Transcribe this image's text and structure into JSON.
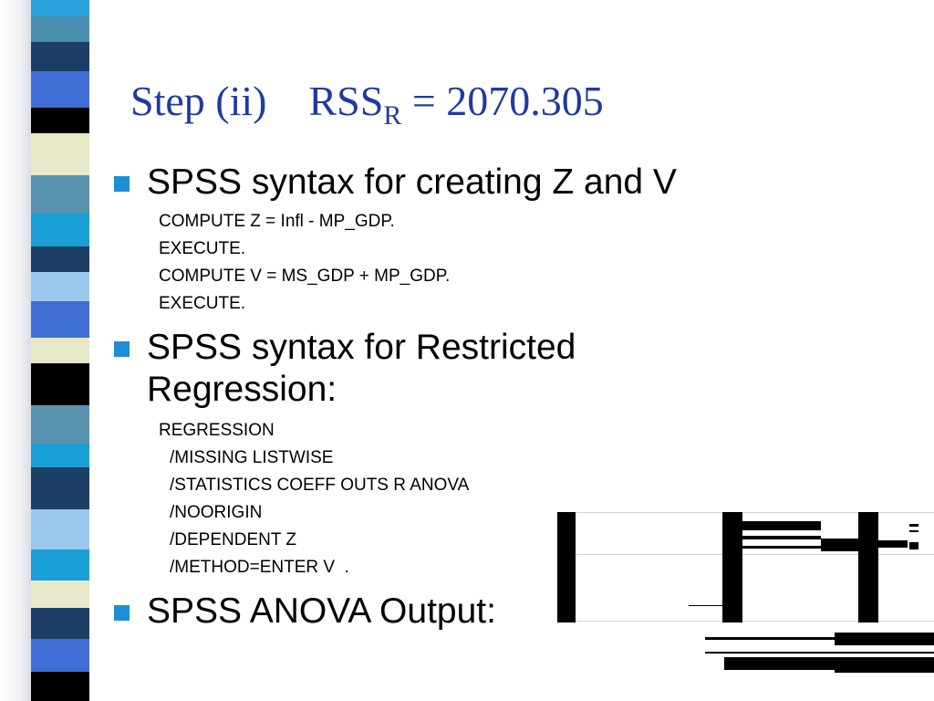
{
  "slide": {
    "title": {
      "prefix": "Step (ii)",
      "rss": "RSS",
      "subscript": "R",
      "equation": " = 2070.305"
    },
    "bullets": [
      {
        "text": "SPSS syntax for creating Z and V"
      },
      {
        "text_line1": "SPSS syntax for Restricted",
        "text_line2": "Regression:"
      },
      {
        "text": "SPSS ANOVA Output:"
      }
    ],
    "syntax_compute": [
      "COMPUTE Z = Infl - MP_GDP.",
      "EXECUTE.",
      "COMPUTE V = MS_GDP + MP_GDP.",
      "EXECUTE."
    ],
    "syntax_regression": [
      "REGRESSION",
      "/MISSING LISTWISE",
      "/STATISTICS COEFF OUTS R ANOVA",
      "/NOORIGIN",
      "/DEPENDENT Z",
      "/METHOD=ENTER V  ."
    ]
  },
  "colors": {
    "title": "#1f3aa0",
    "bullet": "#1e8ed4",
    "stripes": [
      "#4a8fb0",
      "#1c3e66",
      "#3f6fd6",
      "#000000",
      "#e6e8c8",
      "#5a93b0",
      "#1a9ed6",
      "#9ac8ee"
    ]
  }
}
